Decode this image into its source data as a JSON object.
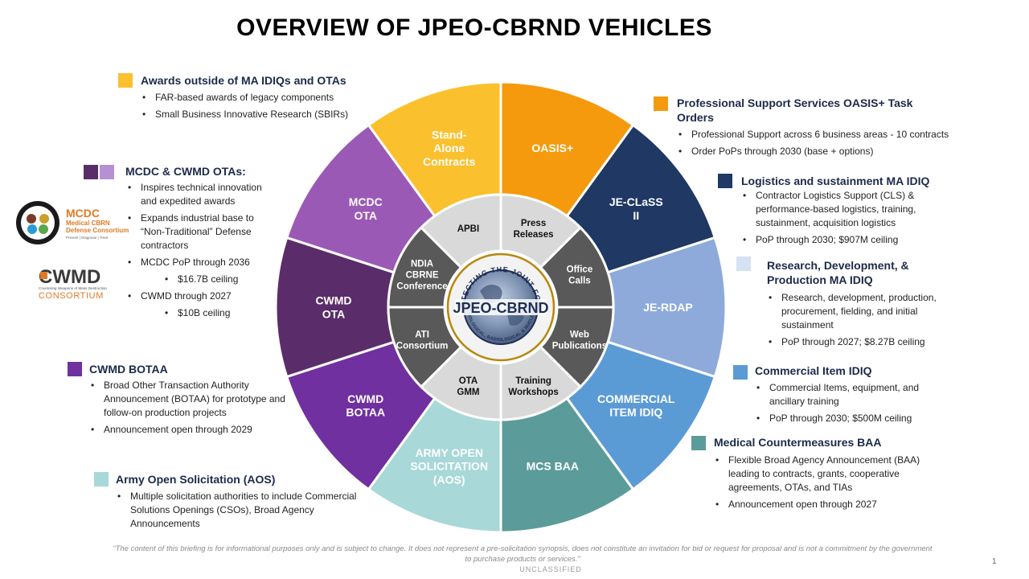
{
  "title": "OVERVIEW OF JPEO-CBRND VEHICLES",
  "colors": {
    "stand_alone": "#fbc02d",
    "oasis": "#f59a0c",
    "jeclass": "#1f3864",
    "jerdap": "#8eaadb",
    "commercial": "#5b9bd5",
    "mcs": "#5b9c9a",
    "aos": "#a8d8d8",
    "botaa": "#7030a0",
    "cwmd_ota": "#5a2d6a",
    "mcdc_ota": "#9b59b6",
    "mcdc_ota_light": "#b790d4",
    "inner_light": "#d9d9d9",
    "inner_dark": "#595959"
  },
  "wheel": {
    "outer": [
      {
        "label": [
          "Stand-",
          "Alone",
          "Contracts"
        ]
      },
      {
        "label": [
          "OASIS+"
        ]
      },
      {
        "label": [
          "JE-CLaSS",
          "II"
        ]
      },
      {
        "label": [
          "JE-RDAP"
        ]
      },
      {
        "label": [
          "COMMERCIAL",
          "ITEM IDIQ"
        ]
      },
      {
        "label": [
          "MCS BAA"
        ]
      },
      {
        "label": [
          "ARMY OPEN",
          "SOLICITATION",
          "(AOS)"
        ]
      },
      {
        "label": [
          "CWMD",
          "BOTAA"
        ]
      },
      {
        "label": [
          "CWMD",
          "OTA"
        ]
      },
      {
        "label": [
          "MCDC",
          "OTA"
        ]
      }
    ],
    "inner": [
      {
        "label": [
          "Press",
          "Releases"
        ]
      },
      {
        "label": [
          "Office",
          "Calls"
        ]
      },
      {
        "label": [
          "Web",
          "Publications"
        ]
      },
      {
        "label": [
          "Training",
          "Workshops"
        ]
      },
      {
        "label": [
          "OTA",
          "GMM"
        ]
      },
      {
        "label": [
          "ATI",
          "Consortium"
        ]
      },
      {
        "label": [
          "NDIA",
          "CBRNE",
          "Conference"
        ]
      },
      {
        "label": [
          "APBI"
        ]
      }
    ],
    "center": {
      "top_text": "PROTECTING THE JOINT FORCE",
      "main": "JPEO-CBRND",
      "bottom_text": "CHEMICAL, BIOLOGICAL, RADIOLOGICAL & NUCLEAR DEFENSE"
    }
  },
  "sections": {
    "awards": {
      "title": "Awards outside of  MA IDIQs and OTAs",
      "items": [
        "FAR-based awards of legacy components",
        "Small Business Innovative Research (SBIRs)"
      ]
    },
    "mcdc": {
      "title": "MCDC & CWMD OTAs:",
      "items": [
        {
          "text": "Inspires technical innovation and expedited awards"
        },
        {
          "text": "Expands industrial base to “Non-Traditional” Defense contractors"
        },
        {
          "text": "MCDC PoP through 2036"
        },
        {
          "text": "$16.7B ceiling",
          "sub": true
        },
        {
          "text": "CWMD through 2027"
        },
        {
          "text": "$10B ceiling",
          "sub": true
        }
      ]
    },
    "botaa": {
      "title": "CWMD BOTAA",
      "items": [
        "Broad Other Transaction Authority Announcement (BOTAA) for prototype and follow-on production projects",
        "Announcement open through 2029"
      ]
    },
    "aos": {
      "title": "Army Open Solicitation (AOS)",
      "items": [
        "Multiple solicitation authorities to include Commercial Solutions Openings (CSOs), Broad Agency Announcements"
      ]
    },
    "oasis": {
      "title": "Professional Support Services OASIS+ Task Orders",
      "items": [
        "Professional Support across 6 business areas - 10 contracts",
        "Order PoPs through 2030 (base + options)"
      ]
    },
    "logistics": {
      "title": "Logistics and sustainment MA IDIQ",
      "items": [
        "Contractor Logistics Support (CLS) & performance-based logistics, training, sustainment, acquisition logistics",
        "PoP through 2030; $907M ceiling"
      ]
    },
    "rdp": {
      "title": "Research, Development, & Production MA IDIQ",
      "items": [
        "Research, development, production, procurement, fielding, and initial sustainment",
        "PoP through 2027; $8.27B ceiling"
      ]
    },
    "commercial": {
      "title": "Commercial Item IDIQ",
      "items": [
        "Commercial Items, equipment, and ancillary training",
        "PoP through 2030; $500M ceiling"
      ]
    },
    "mcs": {
      "title": "Medical Countermeasures BAA",
      "items": [
        "Flexible Broad Agency Announcement (BAA) leading to contracts, grants, cooperative agreements, OTAs, and TIAs",
        "Announcement open through 2027"
      ]
    }
  },
  "logos": {
    "mcdc": {
      "name": "MCDC",
      "line1": "Medical CBRN",
      "line2": "Defense Consortium",
      "tag": "Prevent | Diagnose | Treat"
    },
    "cwmd": {
      "name": "CWMD",
      "line1": "Countering Weapons of Mass Destruction",
      "line2": "CONSORTIUM"
    }
  },
  "footer": {
    "disclaimer": "“The content of this briefing is for informational purposes only and is subject to change.  It does not represent a pre-solicitation synopsis, does not constitute an invitation for bid or request for proposal and is not a commitment by the government to purchase products or services.”",
    "classification": "UNCLASSIFIED",
    "page": "1"
  }
}
